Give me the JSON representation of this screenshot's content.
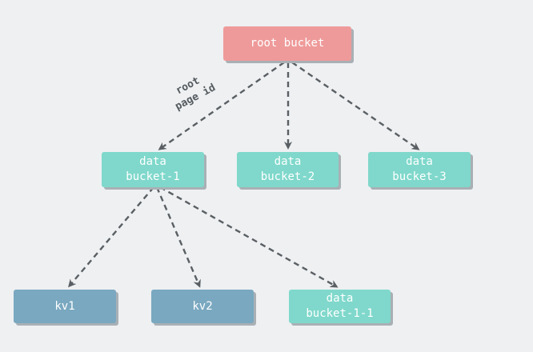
{
  "nodes": {
    "root": {
      "label": "root bucket"
    },
    "data_bucket_1": {
      "line1": "data",
      "line2": "bucket-1"
    },
    "data_bucket_2": {
      "line1": "data",
      "line2": "bucket-2"
    },
    "data_bucket_3": {
      "line1": "data",
      "line2": "bucket-3"
    },
    "kv1": {
      "label": "kv1"
    },
    "kv2": {
      "label": "kv2"
    },
    "data_bucket_1_1": {
      "line1": "data",
      "line2": "bucket-1-1"
    }
  },
  "edge_label": {
    "line1": "root",
    "line2": "page id"
  },
  "colors": {
    "root": "#ef9a9a",
    "data": "#7fd8cb",
    "kv": "#7aa8c0",
    "edge": "#5a5f63",
    "background": "#eef0f2"
  }
}
